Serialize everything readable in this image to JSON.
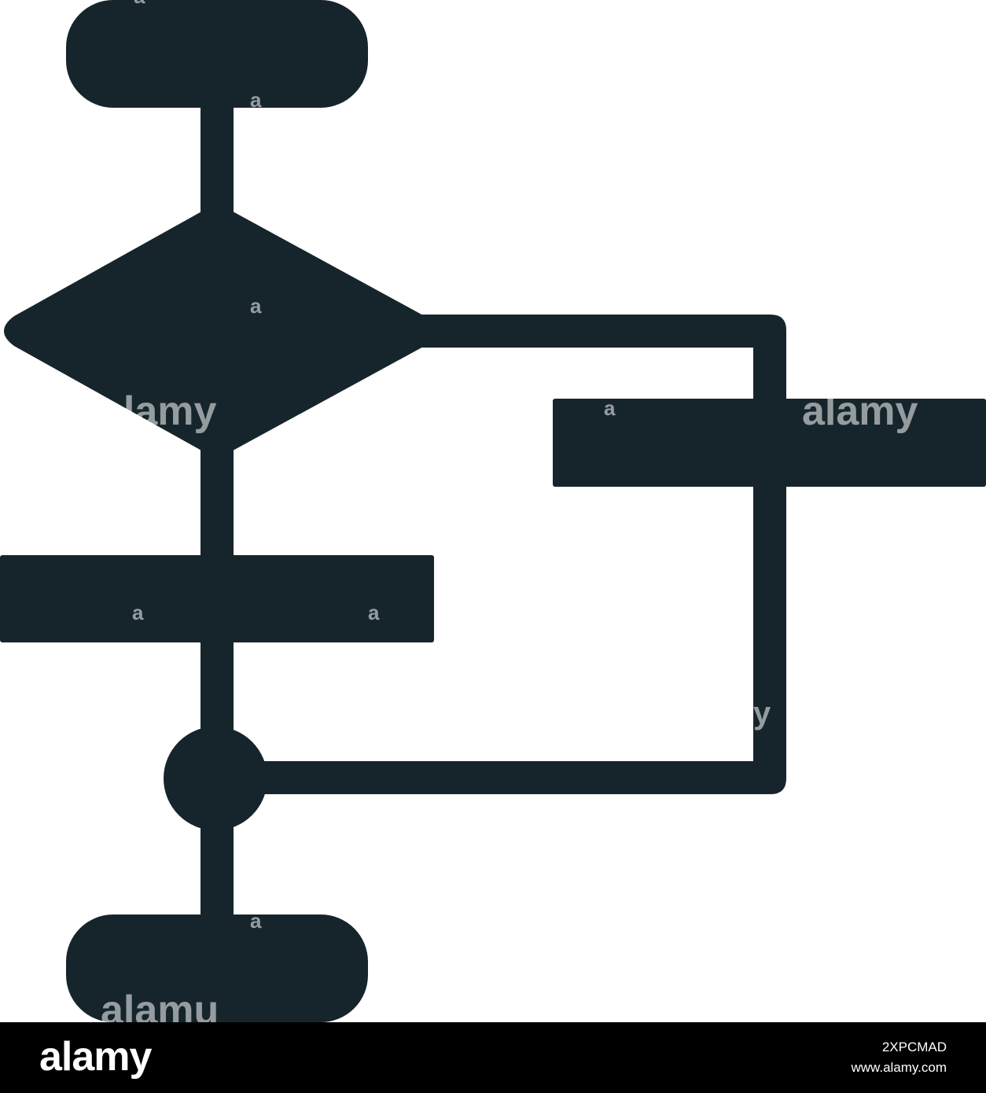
{
  "colors": {
    "icon_fill": "#16252b",
    "background": "#ffffff",
    "footer_background": "#000000",
    "footer_text": "#ffffff"
  },
  "icon": {
    "name": "flowchart-icon"
  },
  "watermark": {
    "brand": "alamy",
    "partial": "alamu",
    "letter": "a",
    "tail": "y"
  },
  "footer": {
    "logo_text": "alamy",
    "image_id": "2XPCMAD",
    "site": "www.alamy.com"
  }
}
